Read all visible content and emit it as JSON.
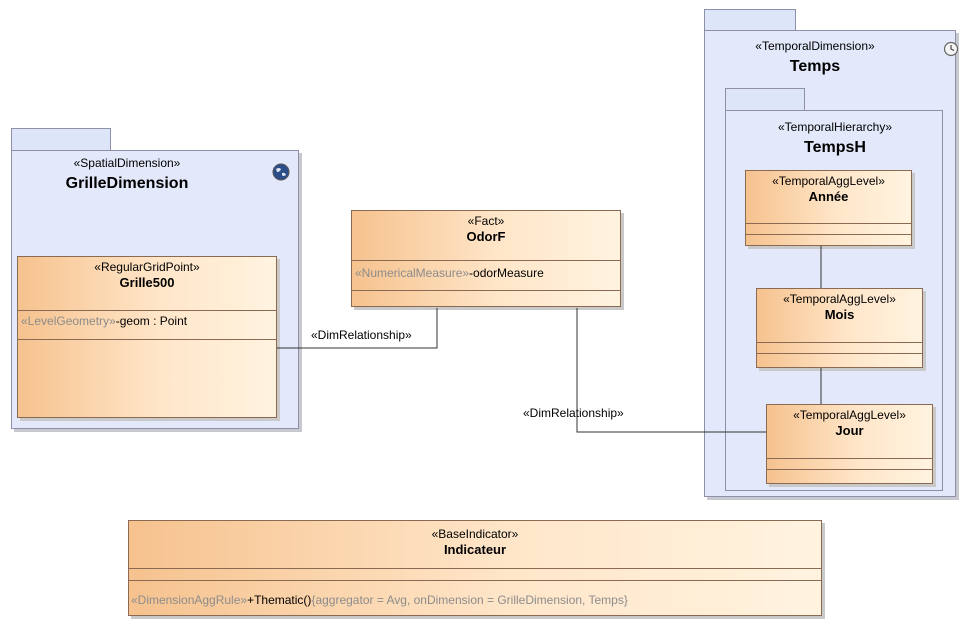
{
  "packages": {
    "spatial": {
      "stereotype": "«SpatialDimension»",
      "name": "GrilleDimension",
      "icon": "globe-icon"
    },
    "temporal": {
      "stereotype": "«TemporalDimension»",
      "name": "Temps",
      "icon": "clock-icon"
    },
    "hierarchy": {
      "stereotype": "«TemporalHierarchy»",
      "name": "TempsH"
    }
  },
  "classes": {
    "grille": {
      "stereotype": "«RegularGridPoint»",
      "name": "Grille500",
      "attr_stereo": "«LevelGeometry»",
      "attr_text": "-geom : Point"
    },
    "odor": {
      "stereotype": "«Fact»",
      "name": "OdorF",
      "attr_stereo": "«NumericalMeasure»",
      "attr_text": "-odorMeasure"
    },
    "annee": {
      "stereotype": "«TemporalAggLevel»",
      "name": "Année"
    },
    "mois": {
      "stereotype": "«TemporalAggLevel»",
      "name": "Mois"
    },
    "jour": {
      "stereotype": "«TemporalAggLevel»",
      "name": "Jour"
    },
    "indicateur": {
      "stereotype": "«BaseIndicator»",
      "name": "Indicateur",
      "op_stereo": "«DimensionAggRule»",
      "op_text": "+Thematic()",
      "op_tags": "{aggregator = Avg, onDimension = GrilleDimension, Temps}"
    }
  },
  "relations": {
    "dim1": "«DimRelationship»",
    "dim2": "«DimRelationship»"
  },
  "colors": {
    "package_fill": "#e3e9fa",
    "class_fill_start": "#f6c28e",
    "class_fill_end": "#fff3e0"
  }
}
